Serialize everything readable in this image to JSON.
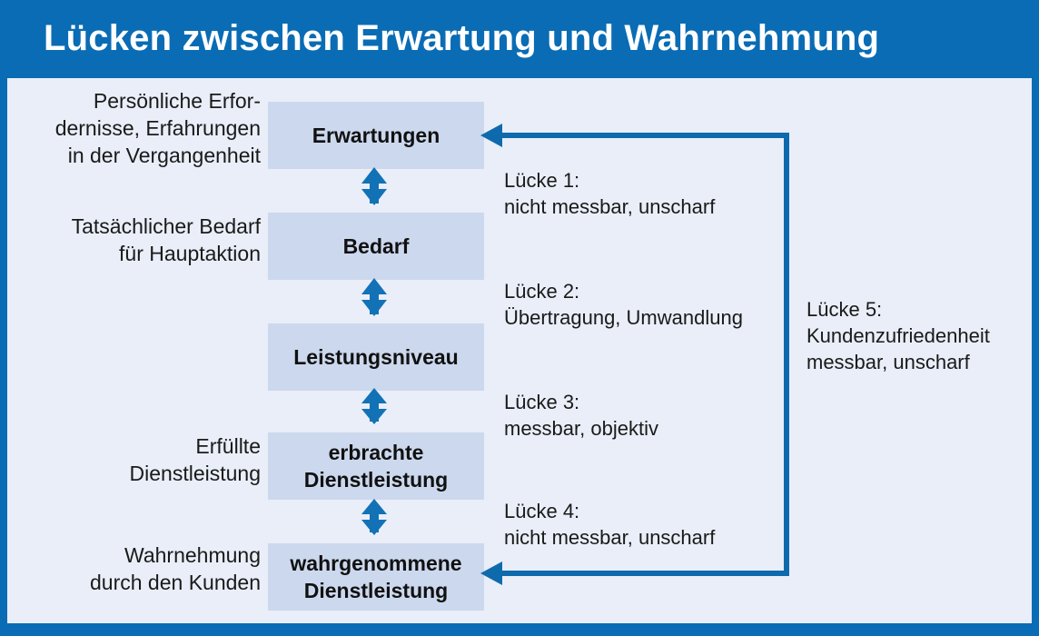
{
  "header": {
    "title": "Lücken zwischen Erwartung und Wahrnehmung",
    "bar_color": "#0a6cb4",
    "title_color": "#ffffff"
  },
  "canvas": {
    "background": "#e9eef8",
    "frame_color": "#0a6cb4"
  },
  "theme": {
    "box_fill": "#ccd8ed",
    "accent": "#0a6cb4",
    "arrow_color": "#1272b5",
    "text_color": "#1a1a1a"
  },
  "nodes": [
    {
      "id": "erwartungen",
      "label": "Erwartungen"
    },
    {
      "id": "bedarf",
      "label": "Bedarf"
    },
    {
      "id": "leistungsniveau",
      "label": "Leistungsniveau"
    },
    {
      "id": "erbrachte",
      "label": "erbrachte\nDienstleistung"
    },
    {
      "id": "wahrgenommene",
      "label": "wahrgenommene\nDienstleistung"
    }
  ],
  "side_labels": [
    {
      "id": "side-erwartungen",
      "text": "Persönliche Erfor-\ndernisse, Erfahrungen\nin der Vergangenheit"
    },
    {
      "id": "side-bedarf",
      "text": "Tatsächlicher Bedarf\nfür Hauptaktion"
    },
    {
      "id": "side-erbrachte",
      "text": "Erfüllte\nDienstleistung"
    },
    {
      "id": "side-wahrgenommene",
      "text": "Wahrnehmung\ndurch den Kunden"
    }
  ],
  "gaps": [
    {
      "id": "gap-1",
      "title": "Lücke 1:",
      "desc": "nicht messbar, unscharf"
    },
    {
      "id": "gap-2",
      "title": "Lücke 2:",
      "desc": "Übertragung, Umwandlung"
    },
    {
      "id": "gap-3",
      "title": "Lücke 3:",
      "desc": "messbar, objektiv"
    },
    {
      "id": "gap-4",
      "title": "Lücke 4:",
      "desc": "nicht messbar, unscharf"
    },
    {
      "id": "gap-5",
      "title": "Lücke 5:",
      "desc": "Kundenzufriedenheit\nmessbar, unscharf"
    }
  ],
  "connectors": [
    {
      "id": "arrow-erwartungen-bedarf",
      "kind": "double-vertical"
    },
    {
      "id": "arrow-bedarf-leistungsniveau",
      "kind": "double-vertical"
    },
    {
      "id": "arrow-leistungsniveau-erbrachte",
      "kind": "double-vertical"
    },
    {
      "id": "arrow-erbrachte-wahrgenommene",
      "kind": "double-vertical"
    },
    {
      "id": "loop-gap5",
      "kind": "bracket-left-arrows"
    }
  ]
}
